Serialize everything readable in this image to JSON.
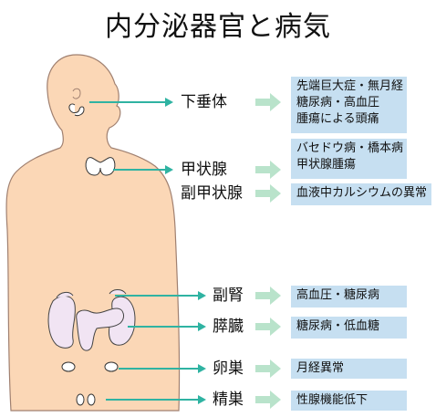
{
  "title": "内分泌器官と病気",
  "colors": {
    "skin": "#fbd7b6",
    "skin_outline": "#a08070",
    "arrow": "#2fb3a2",
    "fat_arrow": "#b9e3cb",
    "box": "#c6dff1",
    "organ": "#f1e4f3"
  },
  "organs": [
    {
      "id": "pituitary",
      "label": "下垂体",
      "diseases": [
        "先端巨大症・無月経",
        "糖尿病・高血圧",
        "腫瘍による頭痛"
      ]
    },
    {
      "id": "thyroid",
      "label": "甲状腺",
      "diseases": [
        "バセドウ病・橋本病",
        "甲状腺腫瘍"
      ]
    },
    {
      "id": "parathyroid",
      "label": "副甲状腺",
      "diseases": [
        "血液中カルシウムの異常"
      ]
    },
    {
      "id": "adrenal",
      "label": "副腎",
      "diseases": [
        "高血圧・糖尿病"
      ]
    },
    {
      "id": "pancreas",
      "label": "膵臓",
      "diseases": [
        "糖尿病・低血糖"
      ]
    },
    {
      "id": "ovary",
      "label": "卵巣",
      "diseases": [
        "月経異常"
      ]
    },
    {
      "id": "testis",
      "label": "精巣",
      "diseases": [
        "性腺機能低下"
      ]
    }
  ]
}
